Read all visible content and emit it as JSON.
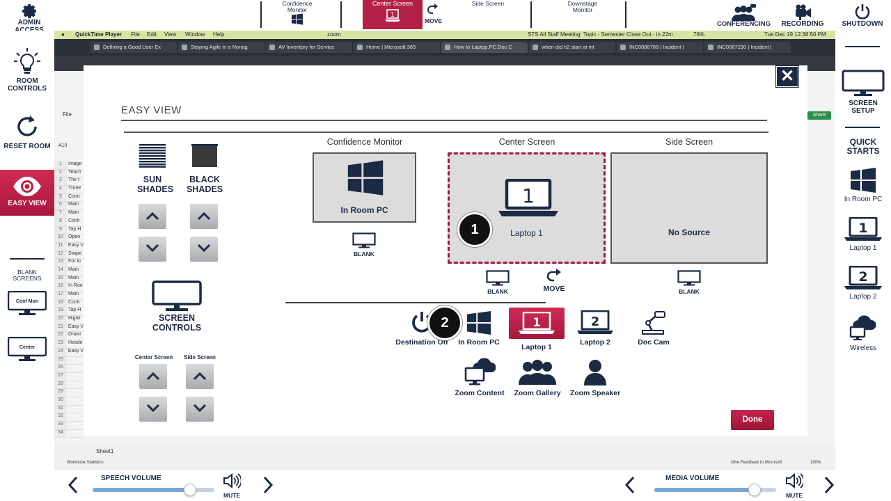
{
  "top": {
    "admin_access": "ADMIN ACCESS",
    "confidence_monitor": "Confidence Monitor",
    "center_screen": "Center Screen",
    "center_screen_num": "1",
    "move": "MOVE",
    "side_screen": "Side Screen",
    "downstage_monitor": "Downstage Monitor",
    "conferencing": "CONFERENCING",
    "recording": "RECORDING",
    "shutdown": "SHUTDOWN"
  },
  "left": {
    "room_controls": "ROOM CONTROLS",
    "reset_room": "RESET ROOM",
    "easy_view": "EASY VIEW",
    "blank_screens": "BLANK SCREENS",
    "conf_mon": "Conf Mon",
    "center": "Center"
  },
  "right": {
    "screen_setup": "SCREEN SETUP",
    "quick_starts": "QUICK STARTS",
    "in_room_pc": "In Room PC",
    "laptop1": "Laptop 1",
    "laptop1_num": "1",
    "laptop2": "Laptop 2",
    "laptop2_num": "2",
    "wireless": "Wireless"
  },
  "desktop": {
    "menubar": [
      "QuickTime Player",
      "File",
      "Edit",
      "View",
      "Window",
      "Help"
    ],
    "zoom": "zoom",
    "meeting": "STS All Staff Meeting: Topic - Semester Close Out - in 22m",
    "battery": "76%",
    "clock": "Tue Dec 19 12:38:50 PM",
    "tabs": [
      "Defining a Good User Ex",
      "Staying Agile in a Nonag",
      "AV Inventory for Service",
      "Home | Microsoft 365",
      "How to Laptop.PC.Doc C",
      "when did h2 start at mt",
      "INC0086788 | Incident |",
      "INC0087290 | Incident |"
    ],
    "rows": [
      {
        "n": "1",
        "t": "Image"
      },
      {
        "n": "2",
        "t": "Teach"
      },
      {
        "n": "3",
        "t": "The t"
      },
      {
        "n": "4",
        "t": "Three"
      },
      {
        "n": "5",
        "t": "Conn"
      },
      {
        "n": "6",
        "t": "Main"
      },
      {
        "n": "7",
        "t": "Main"
      },
      {
        "n": "8",
        "t": "Confi"
      },
      {
        "n": "9",
        "t": "Tap H"
      },
      {
        "n": "10",
        "t": "Open"
      },
      {
        "n": "11",
        "t": "Easy V"
      },
      {
        "n": "12",
        "t": "Swipe"
      },
      {
        "n": "13",
        "t": "For lo"
      },
      {
        "n": "14",
        "t": "Main"
      },
      {
        "n": "15",
        "t": "Main"
      },
      {
        "n": "16",
        "t": "In Roo"
      },
      {
        "n": "17",
        "t": "Main"
      },
      {
        "n": "18",
        "t": "Confi"
      },
      {
        "n": "19",
        "t": "Tap H"
      },
      {
        "n": "20",
        "t": "Highli"
      },
      {
        "n": "21",
        "t": "Easy V"
      },
      {
        "n": "22",
        "t": "Drawi"
      },
      {
        "n": "23",
        "t": "Heade"
      },
      {
        "n": "24",
        "t": "Easy V"
      },
      {
        "n": "25",
        "t": ""
      },
      {
        "n": "26",
        "t": ""
      },
      {
        "n": "27",
        "t": ""
      },
      {
        "n": "28",
        "t": ""
      },
      {
        "n": "29",
        "t": ""
      },
      {
        "n": "30",
        "t": ""
      },
      {
        "n": "31",
        "t": ""
      },
      {
        "n": "32",
        "t": ""
      },
      {
        "n": "33",
        "t": ""
      },
      {
        "n": "34",
        "t": ""
      }
    ],
    "sheet": "Sheet1",
    "workbook_stats": "Workbook Statistics",
    "feedback": "Give Feedback to Microsoft",
    "zoom_pct": "100%",
    "cell_ref": "A10",
    "file_menu": "File",
    "share": "Share"
  },
  "modal": {
    "title": "EASY VIEW",
    "sun_shades": "SUN SHADES",
    "black_shades": "BLACK SHADES",
    "screen_controls": "SCREEN CONTROLS",
    "center_screen_small": "Center Screen",
    "side_screen_small": "Side Screen",
    "confidence_monitor": "Confidence Monitor",
    "center_screen": "Center Screen",
    "side_screen": "Side Screen",
    "conf_source": "In Room PC",
    "center_source": "Laptop 1",
    "center_num": "1",
    "side_source": "No Source",
    "blank": "BLANK",
    "move": "MOVE",
    "badge1": "1",
    "badge2": "2",
    "sources": {
      "destination_off": "Destination Off",
      "in_room_pc": "In Room PC",
      "laptop1": "Laptop 1",
      "laptop1_num": "1",
      "laptop2": "Laptop 2",
      "laptop2_num": "2",
      "doc_cam": "Doc Cam",
      "zoom_content": "Zoom Content",
      "zoom_gallery": "Zoom Gallery",
      "zoom_speaker": "Zoom Speaker"
    },
    "done": "Done"
  },
  "bottom": {
    "speech_volume": "SPEECH VOLUME",
    "media_volume": "MEDIA VOLUME",
    "mute": "MUTE",
    "speech_level": 0.8,
    "media_level": 0.82
  },
  "colors": {
    "navy": "#1c2a44",
    "crimson": "#b22045",
    "active_source": "#b22045"
  }
}
